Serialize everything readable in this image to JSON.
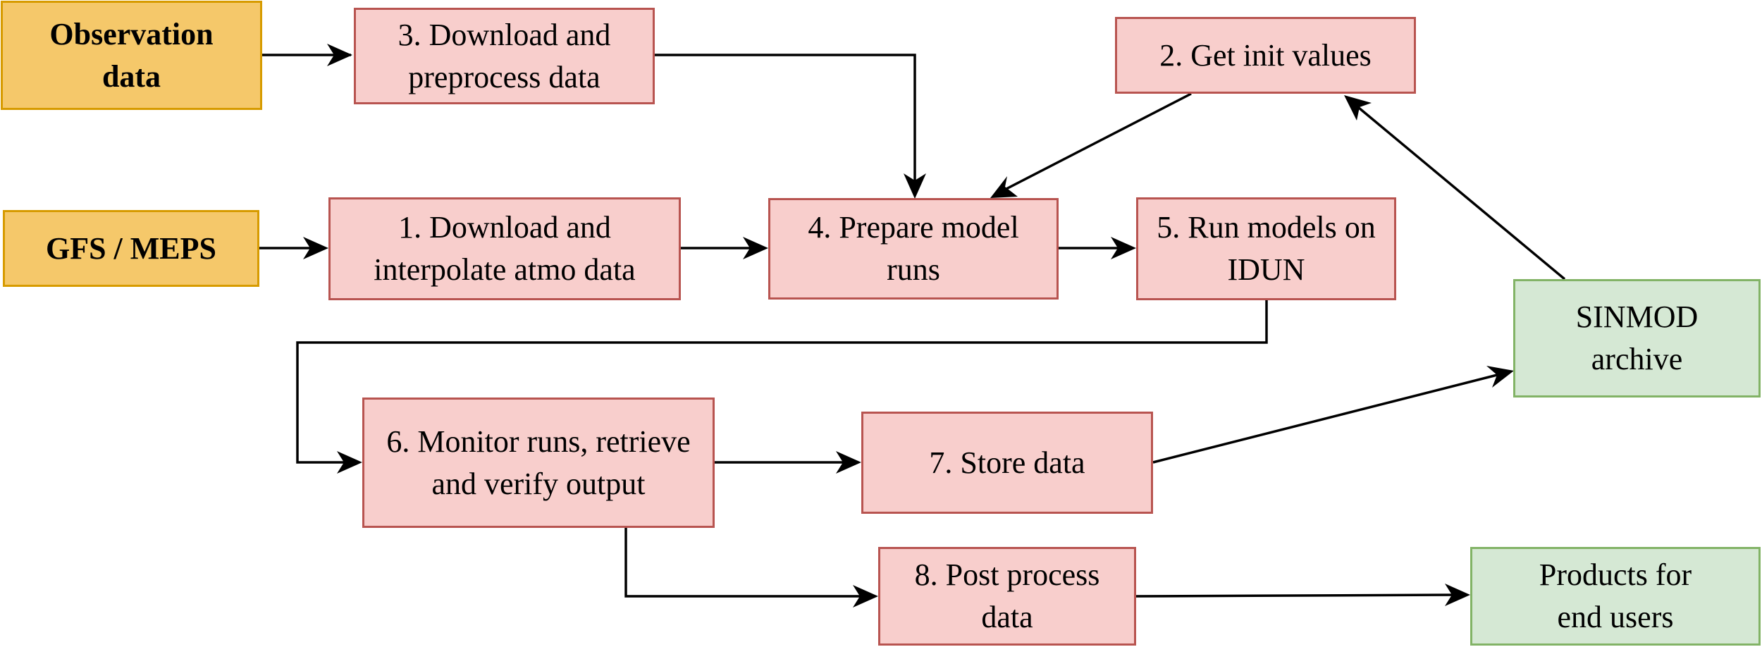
{
  "colors": {
    "process_fill": "#f8cecc",
    "process_stroke": "#b85450",
    "source_fill": "#f5c86a",
    "source_stroke": "#d79b00",
    "sink_fill": "#d5e8d4",
    "sink_stroke": "#82b366",
    "edge": "#000000"
  },
  "nodes": {
    "observation": {
      "lines": [
        "Observation",
        "data"
      ]
    },
    "gfs": {
      "lines": [
        "GFS / MEPS"
      ]
    },
    "step3": {
      "lines": [
        "3. Download and",
        "preprocess data"
      ]
    },
    "step1": {
      "lines": [
        "1. Download and",
        "interpolate atmo data"
      ]
    },
    "step2": {
      "lines": [
        "2. Get init values"
      ]
    },
    "step4": {
      "lines": [
        "4. Prepare model",
        "runs"
      ]
    },
    "step5": {
      "lines": [
        "5. Run models on",
        "IDUN"
      ]
    },
    "step6": {
      "lines": [
        "6. Monitor runs, retrieve",
        "and verify output"
      ]
    },
    "step7": {
      "lines": [
        "7. Store data"
      ]
    },
    "step8": {
      "lines": [
        "8. Post process",
        "data"
      ]
    },
    "sinmod": {
      "lines": [
        "SINMOD",
        "archive"
      ]
    },
    "products": {
      "lines": [
        "Products for",
        "end users"
      ]
    }
  },
  "edges": [
    {
      "from": "observation",
      "to": "step3"
    },
    {
      "from": "step3",
      "to": "step4"
    },
    {
      "from": "gfs",
      "to": "step1"
    },
    {
      "from": "step1",
      "to": "step4"
    },
    {
      "from": "step2",
      "to": "step4"
    },
    {
      "from": "step4",
      "to": "step5"
    },
    {
      "from": "step5",
      "to": "step6"
    },
    {
      "from": "step6",
      "to": "step7"
    },
    {
      "from": "step6",
      "to": "step8"
    },
    {
      "from": "step7",
      "to": "sinmod"
    },
    {
      "from": "sinmod",
      "to": "step2"
    },
    {
      "from": "step8",
      "to": "products"
    }
  ]
}
